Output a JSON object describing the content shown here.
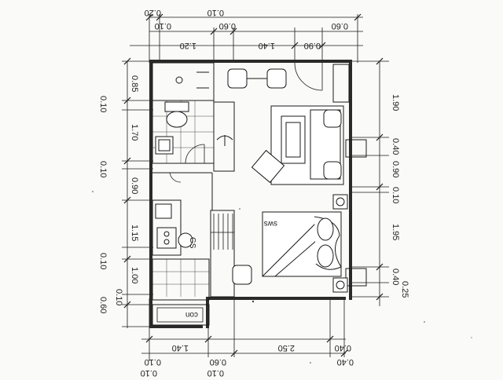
{
  "dimensions": {
    "top_row_outer": [
      "0.20",
      "0.10"
    ],
    "top_row_inner": [
      "0.10",
      "0.60",
      "0.60"
    ],
    "top_row_main": [
      "1.20",
      "1.40",
      "0.90"
    ],
    "bottom_row_main": [
      "1.40",
      "2.50",
      "0.40"
    ],
    "bottom_row_inner": [
      "0.10",
      "0.60",
      "0.40"
    ],
    "bottom_row_outer": [
      "0.10",
      "0.10"
    ],
    "left_column": [
      "0.85",
      "0.10",
      "1.70",
      "0.10",
      "0.90",
      "1.15",
      "0.10",
      "1.00",
      "0.10",
      "0.60"
    ],
    "right_column": [
      "1.90",
      "0.40",
      "0.90",
      "0.10",
      "1.95",
      "0.40",
      "0.25"
    ]
  },
  "room_labels": {
    "bath_mat": "con",
    "bed_tag": "sws",
    "gas_tag": "GS"
  },
  "colors": {
    "line": "#1a1a1a",
    "fill_wall": "#2a2a2a",
    "background": "#fafaf8"
  }
}
